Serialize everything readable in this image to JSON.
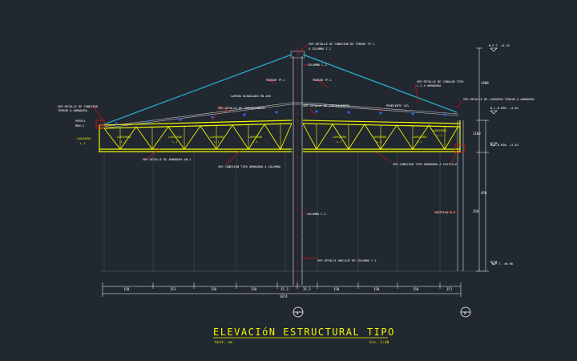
{
  "drawing": {
    "title": "ELEVACIóN ESTRUCTURAL TIPO",
    "subtitle_left": "Acot. cm",
    "subtitle_right": "Esc. 1:40",
    "axis_left": "0",
    "axis_right": "0"
  },
  "levels": {
    "top": "N.P.T. +6.45",
    "mid1": "N.L.B.MIN. +4.50",
    "mid2": "N.L.B.MIN. +3.50",
    "floor": "N.P.T. ±0.00"
  },
  "callouts": {
    "top_center": "VER DETALLE DE CONEXION DE TENSOR TP-1",
    "top_center2": "A COLUMNA C-2",
    "tensor_left": "TENSOR TP-1",
    "tensor_right": "TENSOR TP-1",
    "columna_top": "COLUMNA C-2",
    "lamina": "LAMINA ACANALADA RN-100",
    "ver_detalle_left": "VER DETALLE DE CONTRAVENTEO",
    "ver_detalle_mid": "VER DETALLE DE CONTRAVENTEO",
    "pendiente": "PENDIENTE 10%",
    "ver_det_canalon": "VER DETALLE DE CANALON TIPO",
    "ver_det_canalon2": "L-1 A ARMADURA",
    "ver_det_larguero_right": "VER DETALLE DE LARGUERO TENSOR A ARMADURA",
    "ver_det_left_a": "VER DETALLE DE CONEXION",
    "ver_det_left_b": "TENSOR A ARMADURA",
    "perfil": "PERFIL",
    "mon": "MON-3",
    "larguero_l1": "LARGUERO",
    "larguero_l1b": "L-1",
    "ver_det_armadura": "VER DETALLE DE ARMADURA AM-1",
    "ver_conexion_tipo": "VER CONEXION TIPO ARMADURA A COLUMNA",
    "ver_conexion_tipo_right": "VER CONEXION TIPO ARMADURA A CASTILLO",
    "columna_c2_low": "COLUMNA C-2",
    "castillo": "CASTILLO K-2",
    "ver_det_anclaje": "VER DETALLE ANCLAJE DE COLUMNA C-2",
    "larguero": "LARGUERO",
    "l1": "L-1"
  },
  "dimensions": {
    "segments": [
      "150",
      "153",
      "150",
      "150",
      "15.3",
      "15.2",
      "150",
      "150",
      "150",
      "151"
    ],
    "total": "1074",
    "right_a": "1400",
    "right_b": "1100",
    "right_c": "450",
    "right_d": "350"
  },
  "colors": {
    "background": "#212830",
    "truss": "#f4f400",
    "tensor": "#2aa8c8",
    "callout": "#e01010",
    "dimension": "#ffffff",
    "column": "#8fa0a8"
  }
}
